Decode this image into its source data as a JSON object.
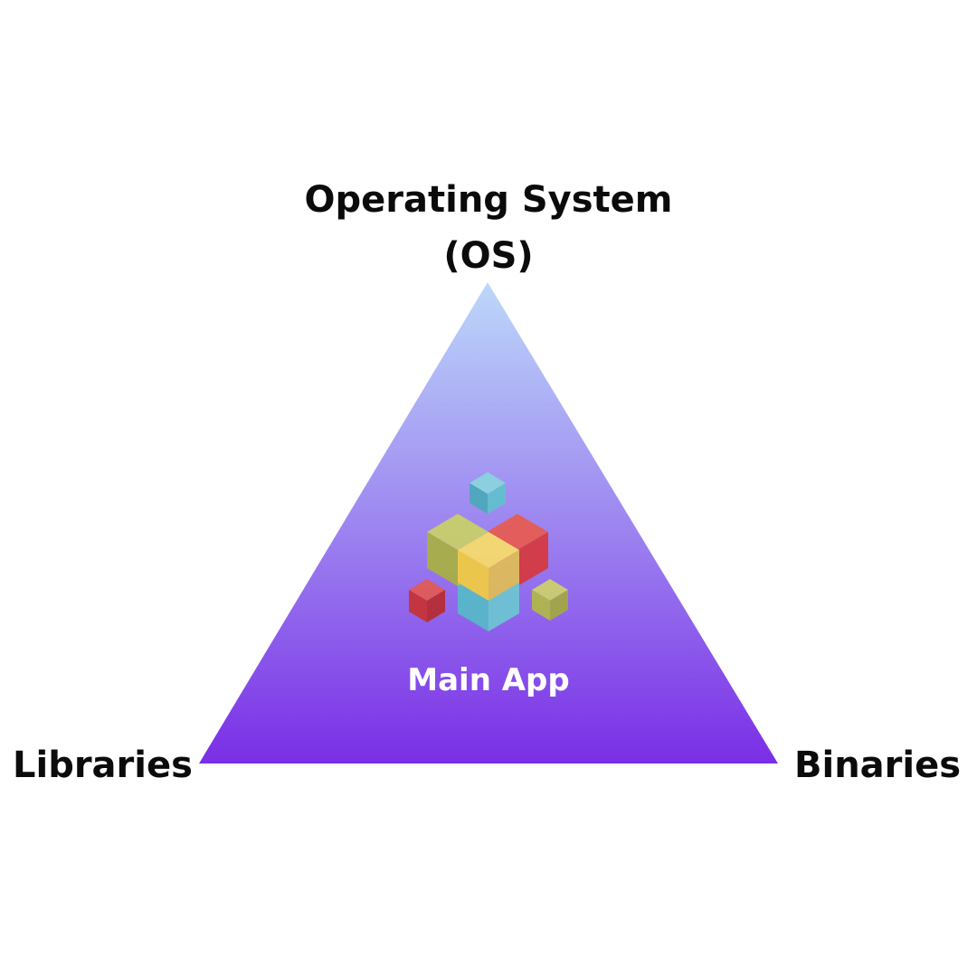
{
  "labels": {
    "top_line1": "Operating System",
    "top_line2": "(OS)",
    "left": "Libraries",
    "right": "Binaries",
    "center": "Main App"
  },
  "colors": {
    "triangle_top": "#bcd8fa",
    "triangle_bottom": "#7a2ee6",
    "cube_teal": "#5fc2cc",
    "cube_olive": "#b8c24a",
    "cube_red": "#d8373a",
    "cube_yellow": "#f5cf3c"
  },
  "icon": "stacked-cubes-icon"
}
